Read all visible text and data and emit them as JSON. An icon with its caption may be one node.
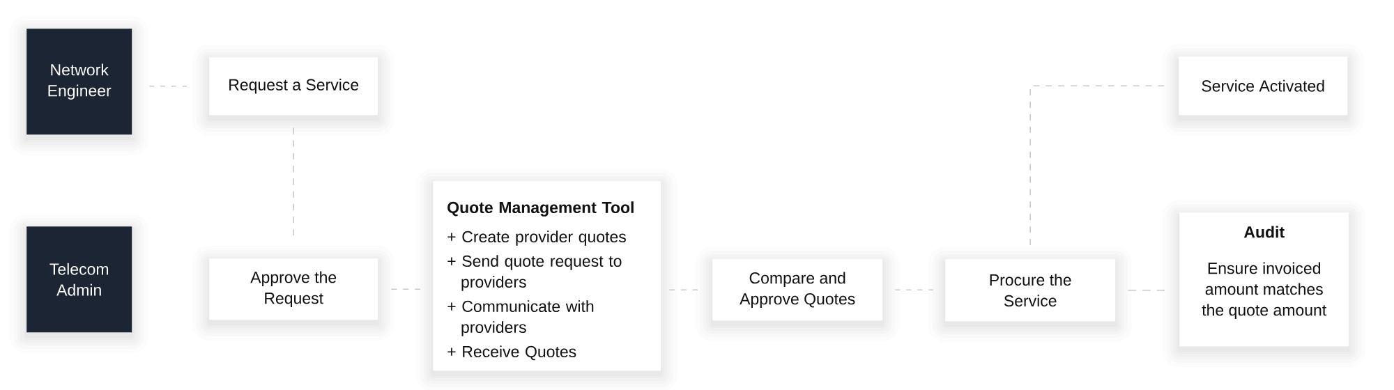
{
  "diagram": {
    "nodes": [
      {
        "text": [
          "Network Engineer"
        ]
      },
      {
        "text": [
          "Telecom Admin"
        ]
      },
      {
        "text": [
          "Request a Service"
        ]
      },
      {
        "text": [
          "Approve the Request"
        ]
      },
      {
        "text": [
          "Quote Management Tool",
          "+ Create provider quotes",
          "+ Send quote request to providers",
          "+ Communicate with providers",
          "+ Receive Quotes"
        ]
      },
      {
        "text": [
          "Compare and Approve Quotes"
        ]
      },
      {
        "text": [
          "Procure the Service"
        ]
      },
      {
        "text": [
          "Service Activated"
        ]
      },
      {
        "text": [
          "Audit",
          "Ensure invoiced amount matches the quote amount"
        ]
      }
    ],
    "edges": [
      {
        "from": 0,
        "to": 2,
        "arrow": "none",
        "style": "dashed"
      },
      {
        "from": 2,
        "to": 3,
        "arrow": "none",
        "style": "dashed"
      },
      {
        "from": 3,
        "to": 4,
        "arrow": "none",
        "style": "dashed"
      },
      {
        "from": 4,
        "to": 5,
        "arrow": "none",
        "style": "dashed"
      },
      {
        "from": 5,
        "to": 6,
        "arrow": "none",
        "style": "dashed"
      },
      {
        "from": 6,
        "to": 7,
        "arrow": "none",
        "style": "dashed"
      },
      {
        "from": 6,
        "to": 8,
        "arrow": "none",
        "style": "dashed"
      }
    ]
  }
}
